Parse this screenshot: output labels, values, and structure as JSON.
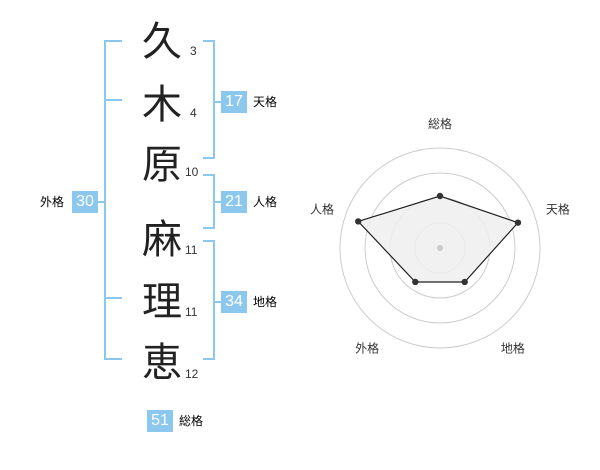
{
  "name": {
    "characters": [
      {
        "char": "久",
        "strokes": "3"
      },
      {
        "char": "木",
        "strokes": "4"
      },
      {
        "char": "原",
        "strokes": "10"
      },
      {
        "char": "麻",
        "strokes": "11"
      },
      {
        "char": "理",
        "strokes": "11"
      },
      {
        "char": "恵",
        "strokes": "12"
      }
    ]
  },
  "fortunes": {
    "tenkaku": {
      "value": "17",
      "label": "天格"
    },
    "jinkaku": {
      "value": "21",
      "label": "人格"
    },
    "chikaku": {
      "value": "34",
      "label": "地格"
    },
    "gaikaku": {
      "value": "30",
      "label": "外格"
    },
    "soukaku": {
      "value": "51",
      "label": "総格"
    }
  },
  "colors": {
    "accent": "#8cc8ee",
    "label": "#6cb8e8",
    "radar_fill": "#eeeeee",
    "radar_ring": "#cccccc"
  },
  "chart_data": {
    "type": "radar",
    "axes": [
      "総格",
      "天格",
      "地格",
      "外格",
      "人格"
    ],
    "values": [
      2.6,
      4.1,
      2.1,
      2.1,
      4.3
    ],
    "rmax": 5,
    "rings": 4
  }
}
